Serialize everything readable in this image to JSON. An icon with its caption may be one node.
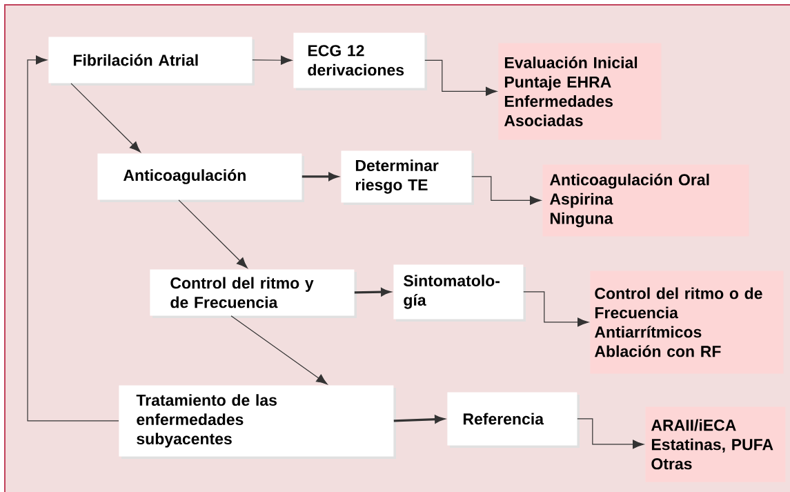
{
  "diagram": {
    "nodes": [
      {
        "text": [
          "Fibrilación Atrial"
        ]
      },
      {
        "text": [
          "ECG 12 derivaciones"
        ]
      },
      {
        "text": [
          "Evaluación Inicial",
          "Puntaje EHRA",
          "Enfermedades Asociadas"
        ]
      },
      {
        "text": [
          "Anticoagulación"
        ]
      },
      {
        "text": [
          "Determinar riesgo TE"
        ]
      },
      {
        "text": [
          "Anticoagulación Oral",
          "Aspirina",
          "Ninguna"
        ]
      },
      {
        "text": [
          "Control del ritmo y de Frecuencia"
        ]
      },
      {
        "text": [
          "Sintomatolo- gía"
        ]
      },
      {
        "text": [
          "Control del ritmo o de Frecuencia",
          "Antiarrítmicos",
          "Ablación con RF"
        ]
      },
      {
        "text": [
          "Tratamiento de las enfermedades subyacentes"
        ]
      },
      {
        "text": [
          "Referencia"
        ]
      },
      {
        "text": [
          "ARAII/iECA",
          "Estatinas, PUFA",
          "Otras"
        ]
      }
    ],
    "edges": [
      {
        "from": 0,
        "to": 1,
        "arrow": "to"
      },
      {
        "from": 1,
        "to": 2,
        "arrow": "to"
      },
      {
        "from": 0,
        "to": 3,
        "arrow": "to"
      },
      {
        "from": 3,
        "to": 4,
        "arrow": "to",
        "style": "thick"
      },
      {
        "from": 4,
        "to": 5,
        "arrow": "to"
      },
      {
        "from": 3,
        "to": 6,
        "arrow": "to"
      },
      {
        "from": 6,
        "to": 7,
        "arrow": "to",
        "style": "thick"
      },
      {
        "from": 7,
        "to": 8,
        "arrow": "to"
      },
      {
        "from": 6,
        "to": 9,
        "arrow": "to"
      },
      {
        "from": 9,
        "to": 10,
        "arrow": "to",
        "style": "thick"
      },
      {
        "from": 10,
        "to": 11,
        "arrow": "to"
      },
      {
        "from": 9,
        "to": 0,
        "arrow": "to"
      }
    ]
  }
}
